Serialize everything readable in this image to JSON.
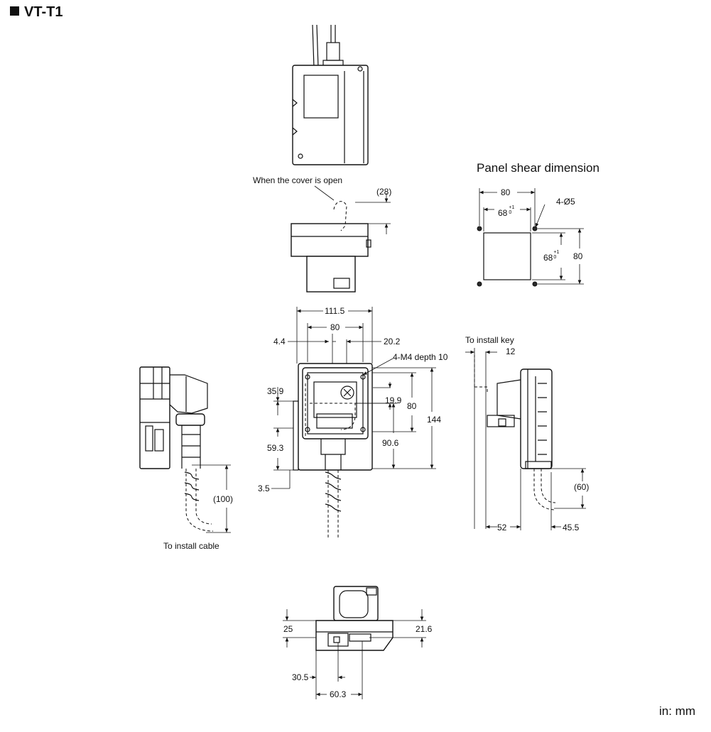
{
  "title": "VT-T1",
  "units": "in: mm",
  "panel": {
    "heading": "Panel shear dimension",
    "d80_top": "80",
    "d68_top": "68",
    "tol_top": "+1\n0",
    "holes": "4-Ø5",
    "d68_side": "68",
    "tol_side": "+1\n0",
    "d80_side": "80"
  },
  "top_view": {
    "cover_note": "When the cover is open",
    "d28": "(28)"
  },
  "front_view": {
    "d111_5": "111.5",
    "d80": "80",
    "d4_4": "4.4",
    "d20_2": "20.2",
    "m4": "4-M4 depth 10",
    "d35_9": "35.9",
    "d19_9": "19.9",
    "d80_v": "80",
    "d144": "144",
    "d59_3": "59.3",
    "d90_6": "90.6",
    "d3_5": "3.5"
  },
  "left_view": {
    "d100": "(100)",
    "note": "To install cable"
  },
  "right_view": {
    "note": "To install key",
    "d12": "12",
    "d60": "(60)",
    "d52": "52",
    "d45_5": "45.5"
  },
  "bottom_view": {
    "d25": "25",
    "d21_6": "21.6",
    "d30_5": "30.5",
    "d60_3": "60.3"
  }
}
